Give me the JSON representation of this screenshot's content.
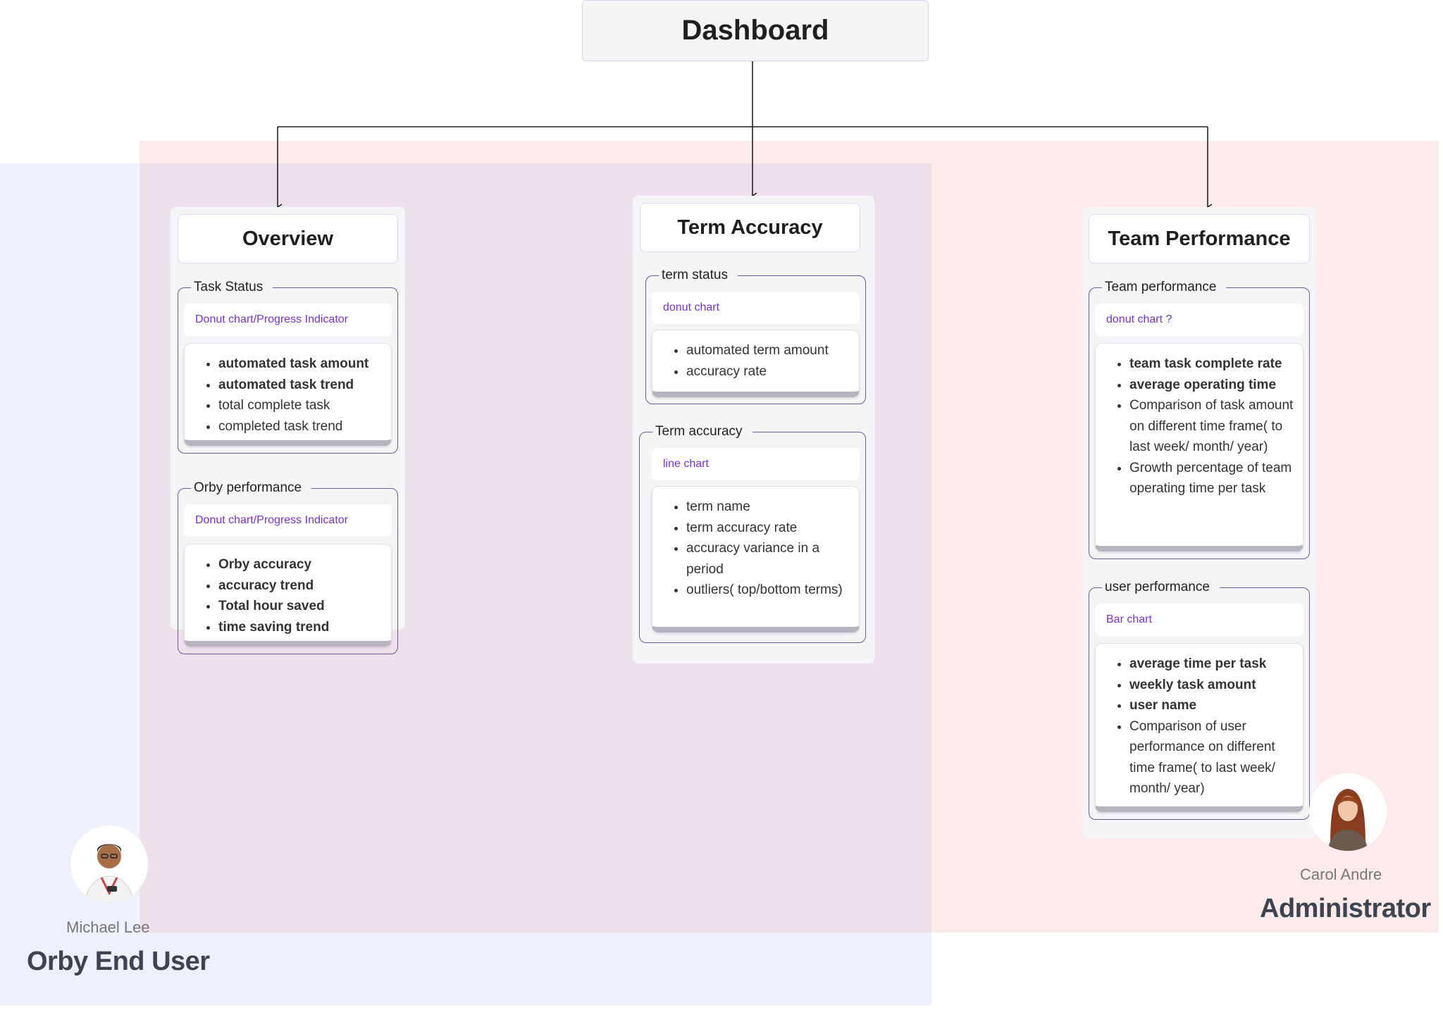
{
  "root": {
    "title": "Dashboard"
  },
  "columns": [
    {
      "title": "Overview",
      "sections": [
        {
          "label": "Task Status",
          "chip": "Donut chart/Progress Indicator",
          "items": [
            {
              "text": "automated task amount",
              "bold": true
            },
            {
              "text": "automated task trend",
              "bold": true
            },
            {
              "text": "total complete task",
              "bold": false
            },
            {
              "text": "completed task trend",
              "bold": false
            }
          ]
        },
        {
          "label": "Orby performance",
          "chip": "Donut chart/Progress Indicator",
          "items": [
            {
              "text": "Orby accuracy",
              "bold": true
            },
            {
              "text": "accuracy trend",
              "bold": true
            },
            {
              "text": "Total hour saved",
              "bold": true
            },
            {
              "text": "time  saving trend",
              "bold": true
            }
          ]
        }
      ]
    },
    {
      "title": "Term Accuracy",
      "sections": [
        {
          "label": "term status",
          "chip": "donut chart",
          "items": [
            {
              "text": "automated term amount",
              "bold": false
            },
            {
              "text": "accuracy rate",
              "bold": false
            }
          ]
        },
        {
          "label": "Term accuracy",
          "chip": "line chart",
          "items": [
            {
              "text": "term name",
              "bold": false
            },
            {
              "text": "term accuracy rate",
              "bold": false
            },
            {
              "text": "accuracy variance in a period",
              "bold": false
            },
            {
              "text": "outliers( top/bottom terms)",
              "bold": false
            }
          ]
        }
      ]
    },
    {
      "title": "Team Performance",
      "sections": [
        {
          "label": "Team performance",
          "chip": "donut chart ?",
          "items": [
            {
              "text": "team task complete rate",
              "bold": true
            },
            {
              "text": "average operating time",
              "bold": true
            },
            {
              "text": "Comparison of task amount on different time frame( to last week/ month/ year)",
              "bold": false
            },
            {
              "text": "Growth percentage of team operating time per task",
              "bold": false
            }
          ]
        },
        {
          "label": "user performance",
          "chip": "Bar chart",
          "items": [
            {
              "text": "average time per task",
              "bold": true
            },
            {
              "text": "weekly task amount",
              "bold": true
            },
            {
              "text": "user name",
              "bold": true
            },
            {
              "text": "Comparison of user performance on different time frame( to last week/ month/ year)",
              "bold": false
            }
          ]
        }
      ]
    }
  ],
  "personas": [
    {
      "name": "Michael Lee",
      "role": "Orby End User"
    },
    {
      "name": "Carol Andre",
      "role": "Administrator"
    }
  ],
  "colors": {
    "end_user_zone": "#eef0fd",
    "admin_zone": "#fdeaea",
    "overlap_zone": "#efe1ea",
    "section_border": "#6b5aa0",
    "chip_text": "#7a2fd0"
  }
}
